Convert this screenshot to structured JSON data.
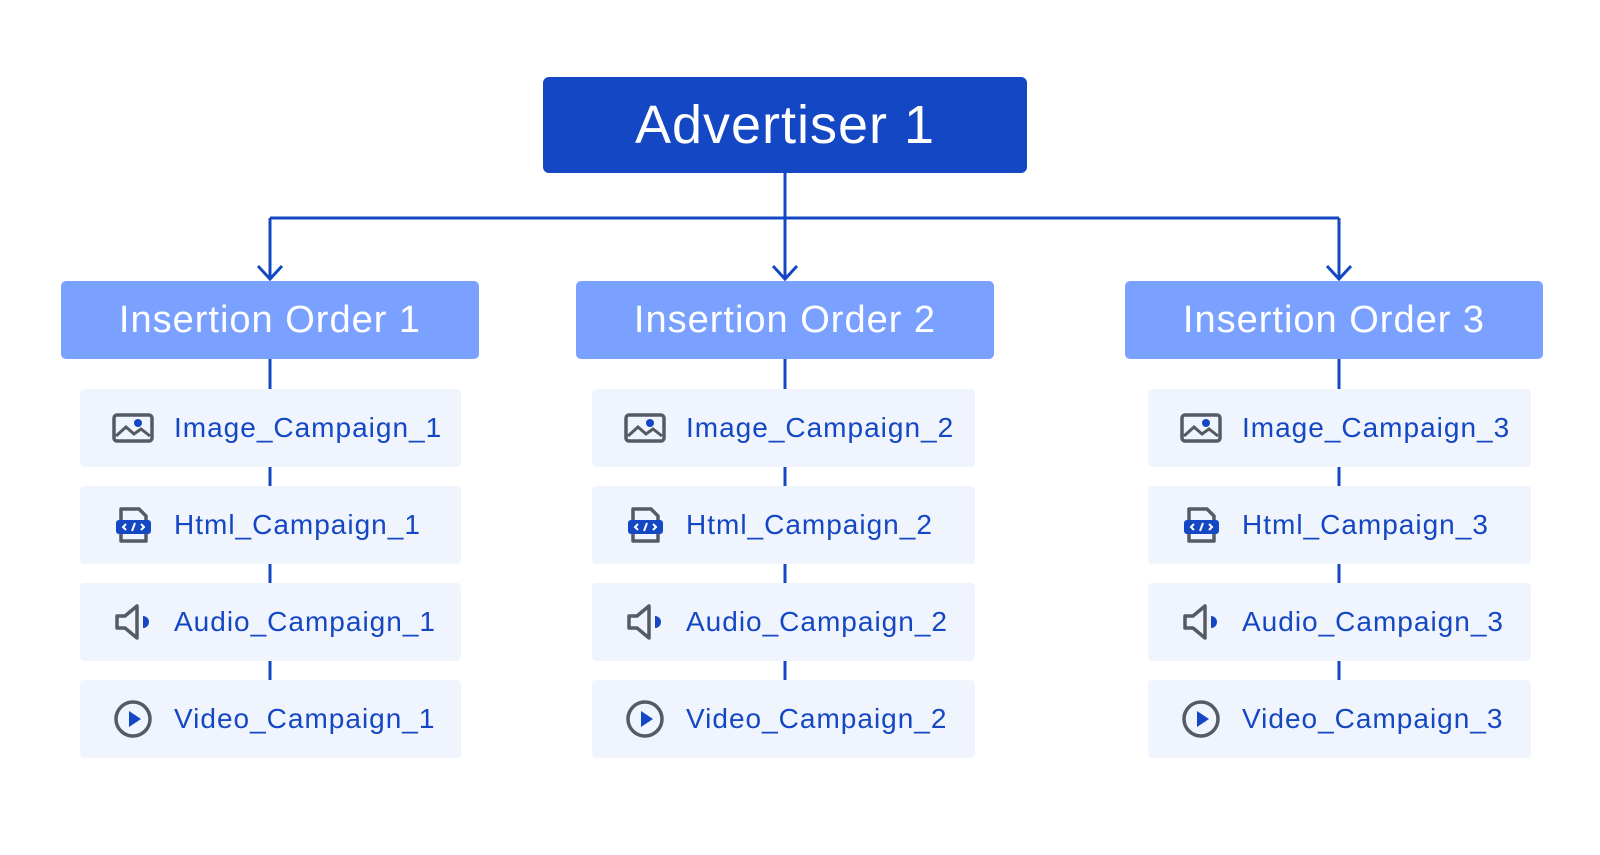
{
  "advertiser": {
    "label": "Advertiser 1"
  },
  "insertion_orders": [
    {
      "label": "Insertion Order 1",
      "campaigns": [
        {
          "icon": "image-icon",
          "label": "Image_Campaign_1"
        },
        {
          "icon": "html-file-icon",
          "label": "Html_Campaign_1"
        },
        {
          "icon": "speaker-icon",
          "label": "Audio_Campaign_1"
        },
        {
          "icon": "play-icon",
          "label": "Video_Campaign_1"
        }
      ]
    },
    {
      "label": "Insertion Order 2",
      "campaigns": [
        {
          "icon": "image-icon",
          "label": "Image_Campaign_2"
        },
        {
          "icon": "html-file-icon",
          "label": "Html_Campaign_2"
        },
        {
          "icon": "speaker-icon",
          "label": "Audio_Campaign_2"
        },
        {
          "icon": "play-icon",
          "label": "Video_Campaign_2"
        }
      ]
    },
    {
      "label": "Insertion Order 3",
      "campaigns": [
        {
          "icon": "image-icon",
          "label": "Image_Campaign_3"
        },
        {
          "icon": "html-file-icon",
          "label": "Html_Campaign_3"
        },
        {
          "icon": "speaker-icon",
          "label": "Audio_Campaign_3"
        },
        {
          "icon": "play-icon",
          "label": "Video_Campaign_3"
        }
      ]
    }
  ],
  "colors": {
    "primary": "#1447c4",
    "order_fill": "#7aa1ff",
    "campaign_fill": "#f0f4fd",
    "icon_gray": "#555a63",
    "icon_accent": "#1447c4"
  }
}
